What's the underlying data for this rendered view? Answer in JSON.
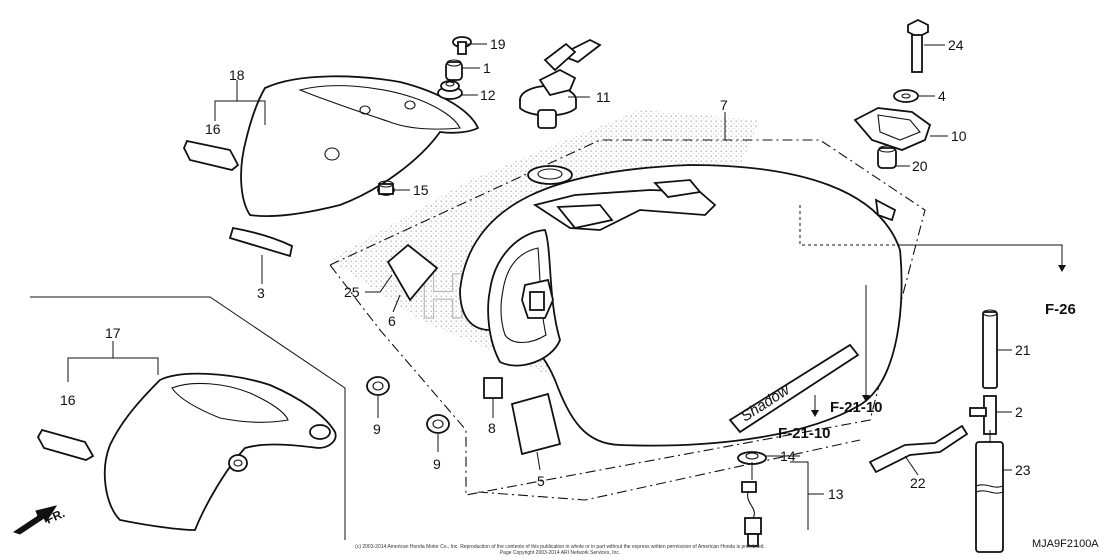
{
  "callouts": {
    "c1": "1",
    "c2": "2",
    "c3": "3",
    "c4": "4",
    "c5": "5",
    "c6": "6",
    "c7": "7",
    "c8": "8",
    "c9a": "9",
    "c9b": "9",
    "c10": "10",
    "c11": "11",
    "c12": "12",
    "c13": "13",
    "c14": "14",
    "c15": "15",
    "c16a": "16",
    "c16b": "16",
    "c17": "17",
    "c18": "18",
    "c19": "19",
    "c20": "20",
    "c21": "21",
    "c22": "22",
    "c23": "23",
    "c24": "24",
    "c25": "25"
  },
  "references": {
    "f26": "F-26",
    "f2110a": "F-21-10",
    "f2110b": "F-21-10"
  },
  "direction": {
    "front_label": "FR."
  },
  "diagram_code": "MJA9F2100A",
  "copyright": {
    "line1": "(c) 2003-2014 American Honda Motor Co., Inc. Reproduction of the contents of this publication in whole or in part without the express written permission of American Honda is prohibited.",
    "line2": "Page Copyright 2003-2014 ARI Network Services, Inc."
  },
  "watermark": {
    "text": "HONDA"
  },
  "tank_emblem": {
    "text": "Shadow"
  }
}
